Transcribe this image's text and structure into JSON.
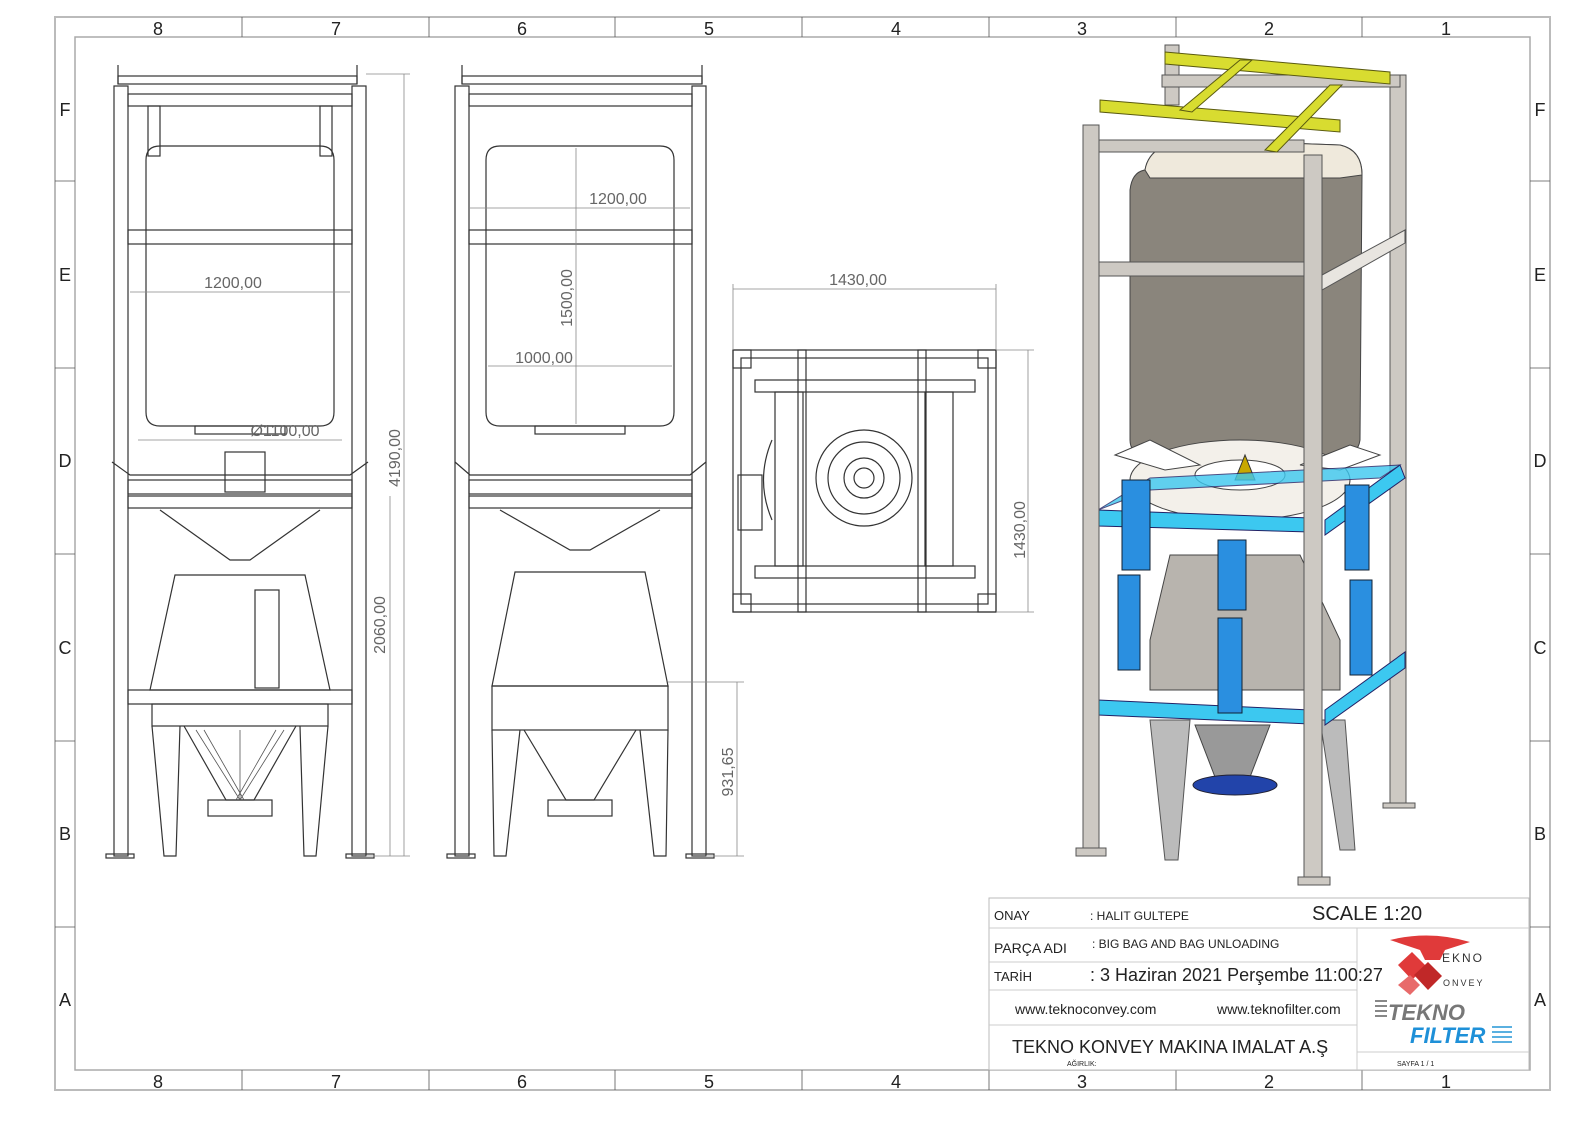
{
  "frame": {
    "columns": [
      "8",
      "7",
      "6",
      "5",
      "4",
      "3",
      "2",
      "1"
    ],
    "rows": [
      "F",
      "E",
      "D",
      "C",
      "B",
      "A"
    ]
  },
  "dimensions": {
    "front_width": "1200,00",
    "front_diameter": "Ø1100,00",
    "front_total_height": "4190,00",
    "front_lower_height": "2060,00",
    "side_width": "1200,00",
    "side_bag_height": "1500,00",
    "side_bag_width": "1000,00",
    "side_outlet_height": "931,65",
    "top_width": "1430,00",
    "top_depth": "1430,00"
  },
  "title_block": {
    "onay_label": "ONAY",
    "onay_value": ": HALIT GULTEPE",
    "scale": "SCALE 1:20",
    "parca_label": "PARÇA ADI",
    "parca_value": ": BIG BAG AND BAG UNLOADING",
    "tarih_label": "TARİH",
    "tarih_value": ": 3 Haziran 2021 Perşembe 11:00:27",
    "website1": "www.teknoconvey.com",
    "website2": "www.teknofilter.com",
    "company": "TEKNO KONVEY MAKINA IMALAT  A.Ş",
    "agirlik_label": "AĞIRLIK:",
    "sayfa": "SAYFA 1 / 1",
    "logo1_text": "TEKNO CONVEY",
    "logo2_text": "TEKNO FILTER"
  },
  "colors": {
    "frame_grey": "#c8c4be",
    "bag": "#8a857c",
    "blue": "#2a8fe0",
    "cyan": "#3cc8f0",
    "yellow": "#d8dc30",
    "logo_red": "#e03a3a",
    "logo_blue": "#1e90d8"
  }
}
